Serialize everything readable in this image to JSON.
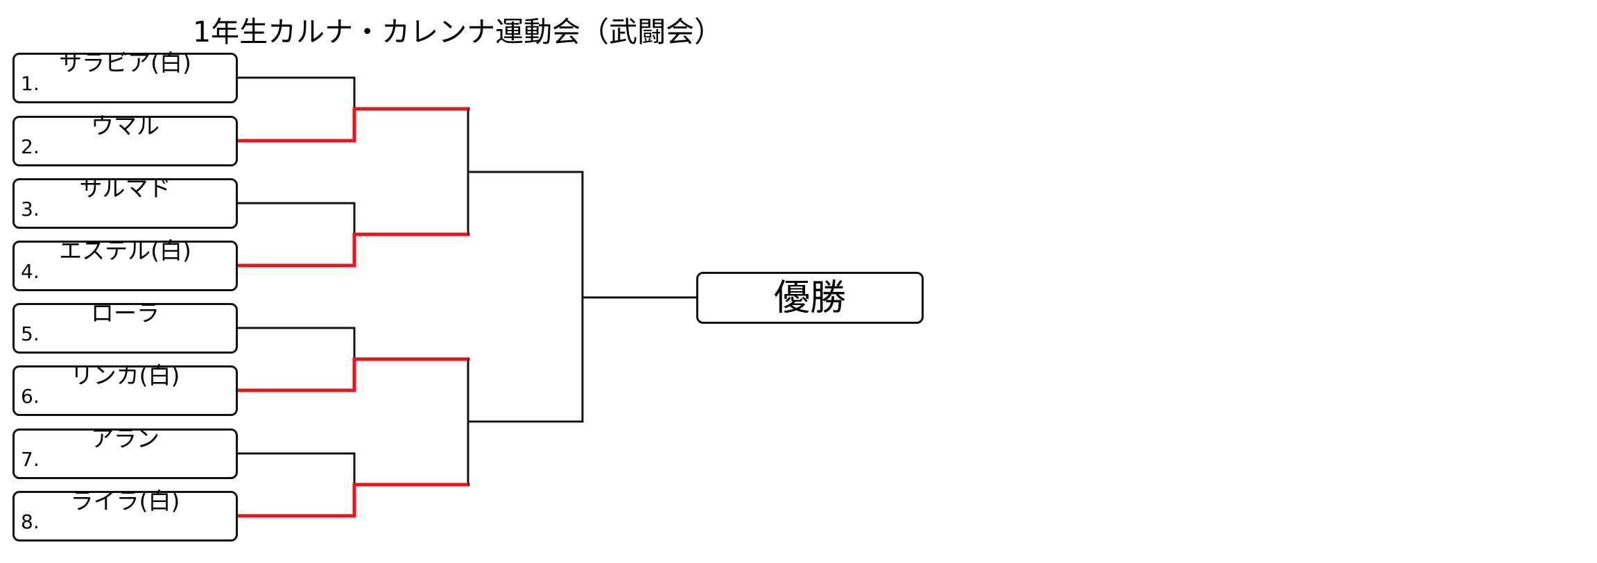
{
  "title": "1年生カルナ・カレンナ運動会（武闘会）",
  "entries": [
    {
      "num": "1.",
      "name": "サラビア(白)"
    },
    {
      "num": "2.",
      "name": "ウマル"
    },
    {
      "num": "3.",
      "name": "サルマド"
    },
    {
      "num": "4.",
      "name": "エステル(白)"
    },
    {
      "num": "5.",
      "name": "ローラ"
    },
    {
      "num": "6.",
      "name": "リンカ(白)"
    },
    {
      "num": "7.",
      "name": "アラン"
    },
    {
      "num": "8.",
      "name": "ライラ(白)"
    }
  ],
  "champion_label": "優勝",
  "colors": {
    "winner_line": "#e8151b",
    "line": "#111111"
  },
  "bracket": {
    "round1_winners": [
      2,
      4,
      6,
      8
    ],
    "round2_winners": [
      "2-vs-4",
      "6-vs-8"
    ],
    "final_winner": null
  }
}
